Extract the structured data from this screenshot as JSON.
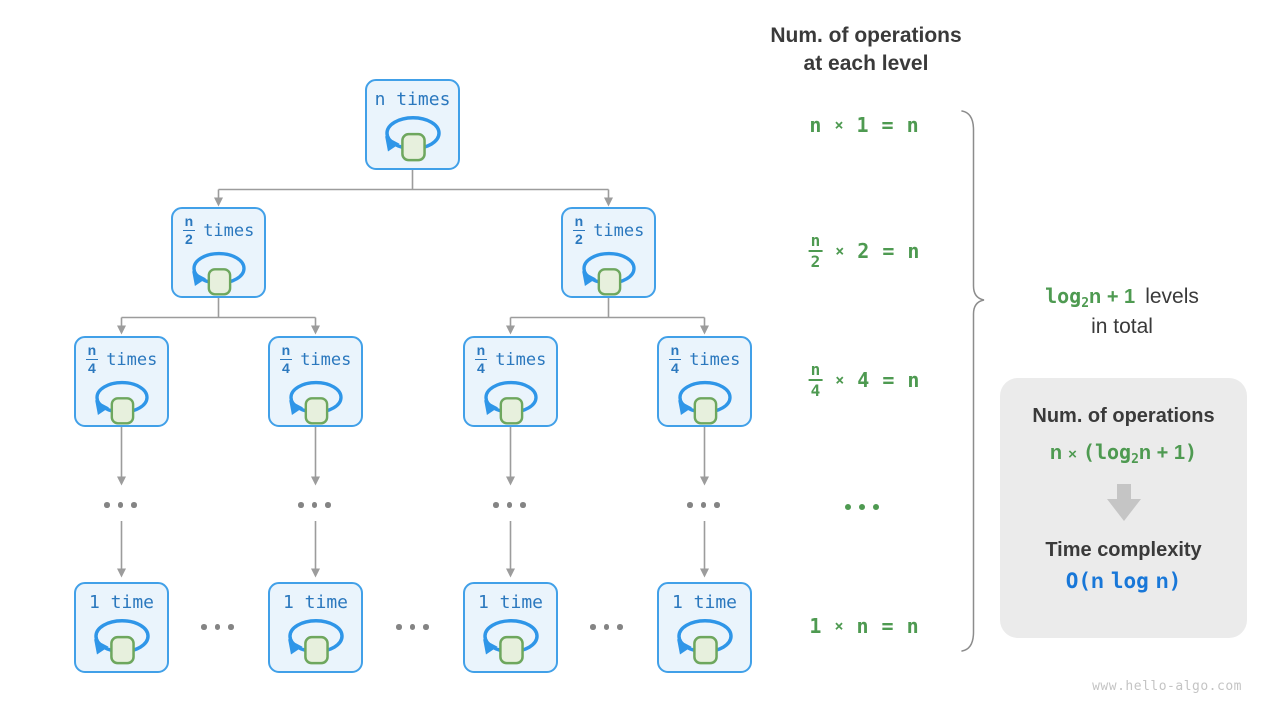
{
  "header": {
    "line1": "Num. of operations",
    "line2": "at each level"
  },
  "tree": {
    "levels": [
      {
        "name": "level-0",
        "nodes": [
          {
            "label": "n times"
          }
        ]
      },
      {
        "name": "level-1",
        "nodes": [
          {
            "numerator": "n",
            "denominator": "2",
            "unit": "times"
          },
          {
            "numerator": "n",
            "denominator": "2",
            "unit": "times"
          }
        ]
      },
      {
        "name": "level-2",
        "nodes": [
          {
            "numerator": "n",
            "denominator": "4",
            "unit": "times"
          },
          {
            "numerator": "n",
            "denominator": "4",
            "unit": "times"
          },
          {
            "numerator": "n",
            "denominator": "4",
            "unit": "times"
          },
          {
            "numerator": "n",
            "denominator": "4",
            "unit": "times"
          }
        ]
      },
      {
        "name": "level-last",
        "nodes": [
          {
            "label": "1 time"
          },
          {
            "label": "1 time"
          },
          {
            "label": "1 time"
          },
          {
            "label": "1 time"
          }
        ]
      }
    ],
    "ellipsis": "..."
  },
  "equations": {
    "rows": [
      {
        "lhs": "n",
        "operator": "×",
        "rhs": "1",
        "equals": "=",
        "result": "n"
      },
      {
        "numerator": "n",
        "denominator": "2",
        "operator": "×",
        "rhs": "2",
        "equals": "=",
        "result": "n"
      },
      {
        "numerator": "n",
        "denominator": "4",
        "operator": "×",
        "rhs": "4",
        "equals": "=",
        "result": "n"
      },
      {
        "ellipsis": "..."
      },
      {
        "lhs": "1",
        "operator": "×",
        "rhs": "n",
        "equals": "=",
        "result": "n"
      }
    ]
  },
  "levels_note": {
    "log": "log",
    "base": "2",
    "expr": "n + 1",
    "label_line1": "levels",
    "label_line2": "in total"
  },
  "summary_box": {
    "operations_title": "Num. of operations",
    "operations_formula": {
      "n": "n",
      "times": "×",
      "open_paren": "(",
      "log": "log",
      "base": "2",
      "expr": "n + 1",
      "close_paren": ")"
    },
    "complexity_title": "Time complexity",
    "complexity_formula": {
      "open": "O(",
      "n1": "n",
      "log": "log",
      "n2": "n",
      "close": ")"
    }
  },
  "colors": {
    "node_border": "#41A0E8",
    "node_fill": "#EAF4FC",
    "node_text": "#2B78BE",
    "loop_blue": "#2F96E8",
    "square_fill": "#E7F0DD",
    "square_border": "#6EA75E",
    "connector_gray": "#9C9C9C",
    "green": "#4E9A51",
    "dark_text": "#3A3A3A",
    "box_bg": "#EBEBEB",
    "complexity_blue": "#1877D8"
  },
  "watermark": "www.hello-algo.com"
}
